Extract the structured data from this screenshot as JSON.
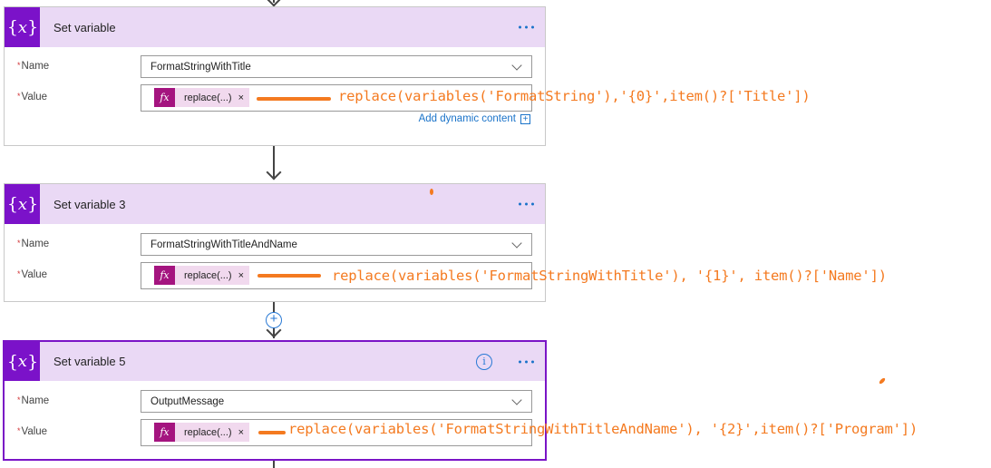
{
  "cards": [
    {
      "title": "Set variable",
      "name_label": "Name",
      "name_value": "FormatStringWithTitle",
      "value_label": "Value",
      "token_label": "replace(...)",
      "token_icon": "fx",
      "add_dynamic_label": "Add dynamic content",
      "selected": false
    },
    {
      "title": "Set variable 3",
      "name_label": "Name",
      "name_value": "FormatStringWithTitleAndName",
      "value_label": "Value",
      "token_label": "replace(...)",
      "token_icon": "fx",
      "selected": false
    },
    {
      "title": "Set variable 5",
      "name_label": "Name",
      "name_value": "OutputMessage",
      "value_label": "Value",
      "token_label": "replace(...)",
      "token_icon": "fx",
      "selected": true
    }
  ],
  "common": {
    "required_mark": "*",
    "remove_token": "×",
    "var_icon_open": "{",
    "var_icon_x": "x",
    "var_icon_close": "}",
    "info_glyph": "i",
    "plus_glyph": "+"
  },
  "annotations": [
    "replace(variables('FormatString'),'{0}',item()?['Title'])",
    "replace(variables('FormatStringWithTitle'), '{1}', item()?['Name'])",
    "replace(variables('FormatStringWithTitleAndName'), '{2}',item()?['Program'])"
  ],
  "colors": {
    "header_bg": "#ead9f5",
    "icon_bg": "#7b12c9",
    "token_icon_bg": "#a4147f",
    "token_bg": "#f1d9ee",
    "accent_blue": "#1a73c9",
    "annotation": "#f47a20",
    "selected_border": "#7a15c6"
  }
}
